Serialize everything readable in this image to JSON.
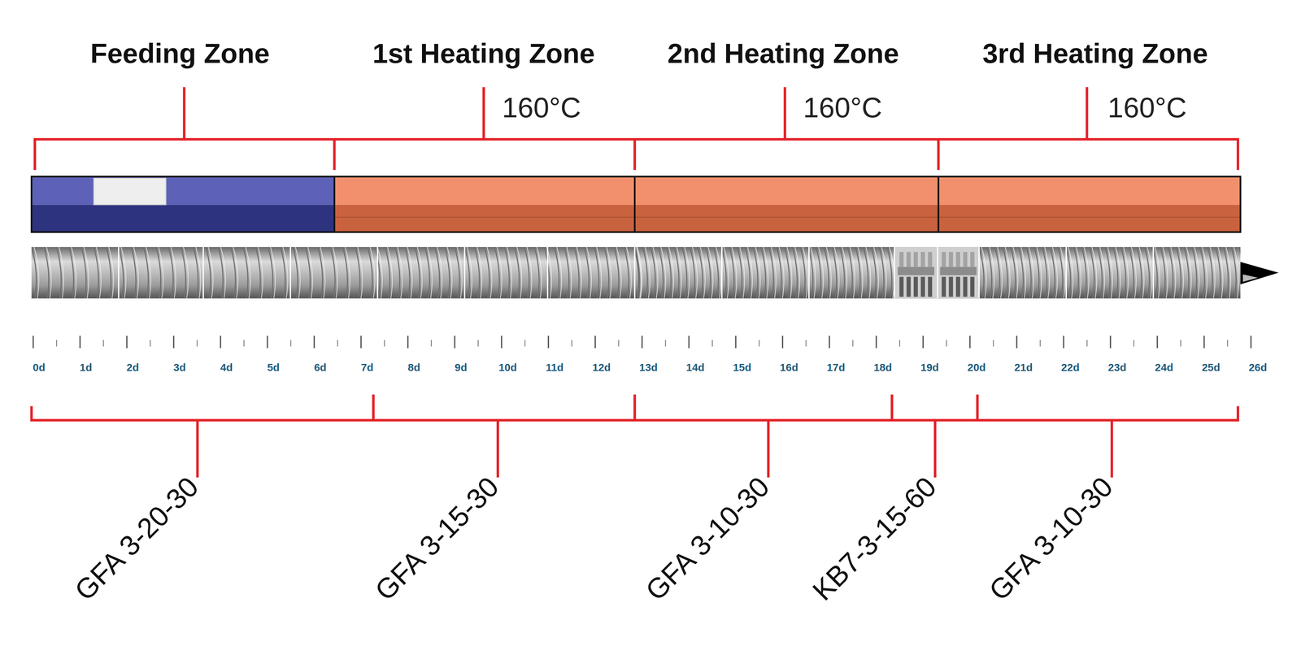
{
  "diagram": {
    "labels": [
      "Feeding Zone",
      "1st Heating Zone",
      "160°C",
      "2nd Heating Zone",
      "160°C",
      "3rd Heating Zone",
      "160°C",
      "0d",
      "1d",
      "2d",
      "3d",
      "4d",
      "5d",
      "6d",
      "7d",
      "8d",
      "9d",
      "10d",
      "11d",
      "12d",
      "13d",
      "14d",
      "15d",
      "16d",
      "17d",
      "18d",
      "19d",
      "20d",
      "21d",
      "22d",
      "23d",
      "24d",
      "25d",
      "26d",
      "GFA 3-20-30",
      "GFA 3-15-30",
      "GFA 3-10-30",
      "KB7-3-15-60",
      "GFA 3-10-30"
    ]
  }
}
